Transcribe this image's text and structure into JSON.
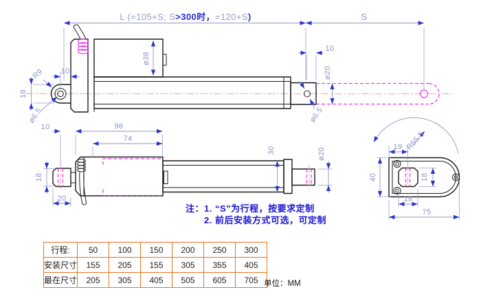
{
  "title_dim": {
    "part1": "L (=105+S; S",
    "part2": ">300时，",
    "part3": "=120+S",
    "part4": ")"
  },
  "dims": {
    "v1_S": "S",
    "v1_10_right": "10",
    "v1_dia20": "ø20",
    "v1_dia38": "ø38",
    "v1_10_left": "10",
    "v1_R9": "R9",
    "v1_18": "18",
    "v1_dia65_left": "ø6.5",
    "v1_dia65_right": "ø6.5",
    "v2_10": "10",
    "v2_96": "96",
    "v2_74": "74",
    "v2_18": "18",
    "v2_20": "20",
    "v2_30": "30",
    "v2_dia20": "ø20",
    "v3_19": "19",
    "v3_R555": "R55.5",
    "v3_40": "40",
    "v3_18_side": "18",
    "v3_18_bottom": "18",
    "v3_75": "75"
  },
  "notes": {
    "line1": "注：1. “S”为行程，按要求定制",
    "line2": "2. 前后安装方式可选，可定制"
  },
  "table": {
    "rows": [
      [
        "行程:",
        "50",
        "100",
        "150",
        "200",
        "250",
        "300"
      ],
      [
        "安装尺寸",
        "155",
        "205",
        "155",
        "305",
        "355",
        "405"
      ],
      [
        "最在尺寸",
        "205",
        "305",
        "405",
        "505",
        "605",
        "705"
      ]
    ],
    "unit_label": "单位：MM"
  },
  "colors": {
    "outline": "#1a1a1a",
    "dimension": "#8d95c6",
    "arrow": "#2936cc",
    "note_blue": "#1b16cf",
    "magenta": "#e83ce8",
    "centerline": "#f0aaa6",
    "table_border": "#e8721c"
  }
}
